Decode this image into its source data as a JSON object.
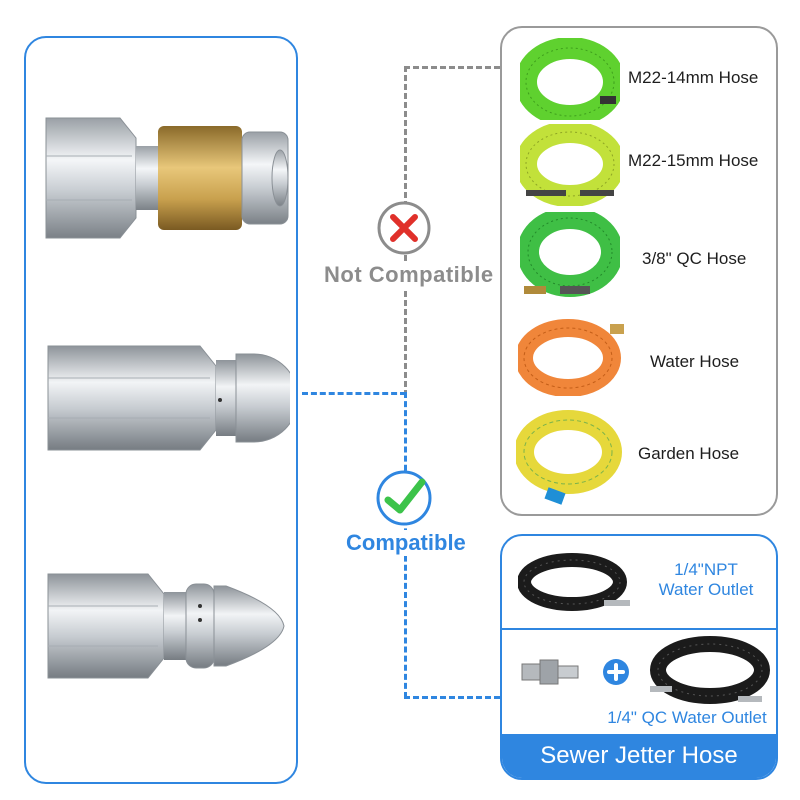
{
  "compatibility": {
    "not_compatible_label": "Not Compatible",
    "compatible_label": "Compatible"
  },
  "incompatible_hoses": [
    {
      "label": "M22-14mm Hose",
      "color": "#5fd12f"
    },
    {
      "label": "M22-15mm Hose",
      "color": "#c2e13a"
    },
    {
      "label": "3/8\" QC Hose",
      "color": "#3fbf45"
    },
    {
      "label": "Water Hose",
      "color": "#f0863a"
    },
    {
      "label": "Garden Hose",
      "color": "#e6d83b"
    }
  ],
  "compatible_outlets": [
    {
      "label_line1": "1/4\"NPT",
      "label_line2": "Water Outlet"
    },
    {
      "label": "1/4\" QC Water Outlet"
    }
  ],
  "jetter_footer": "Sewer Jetter Hose",
  "colors": {
    "accent_blue": "#2f86e0",
    "grey": "#8c8c8c",
    "cross_red": "#e0302a",
    "check_green": "#3cc34a"
  },
  "icons": {
    "cross": "x-icon",
    "check": "check-icon",
    "plus": "plus-icon"
  }
}
